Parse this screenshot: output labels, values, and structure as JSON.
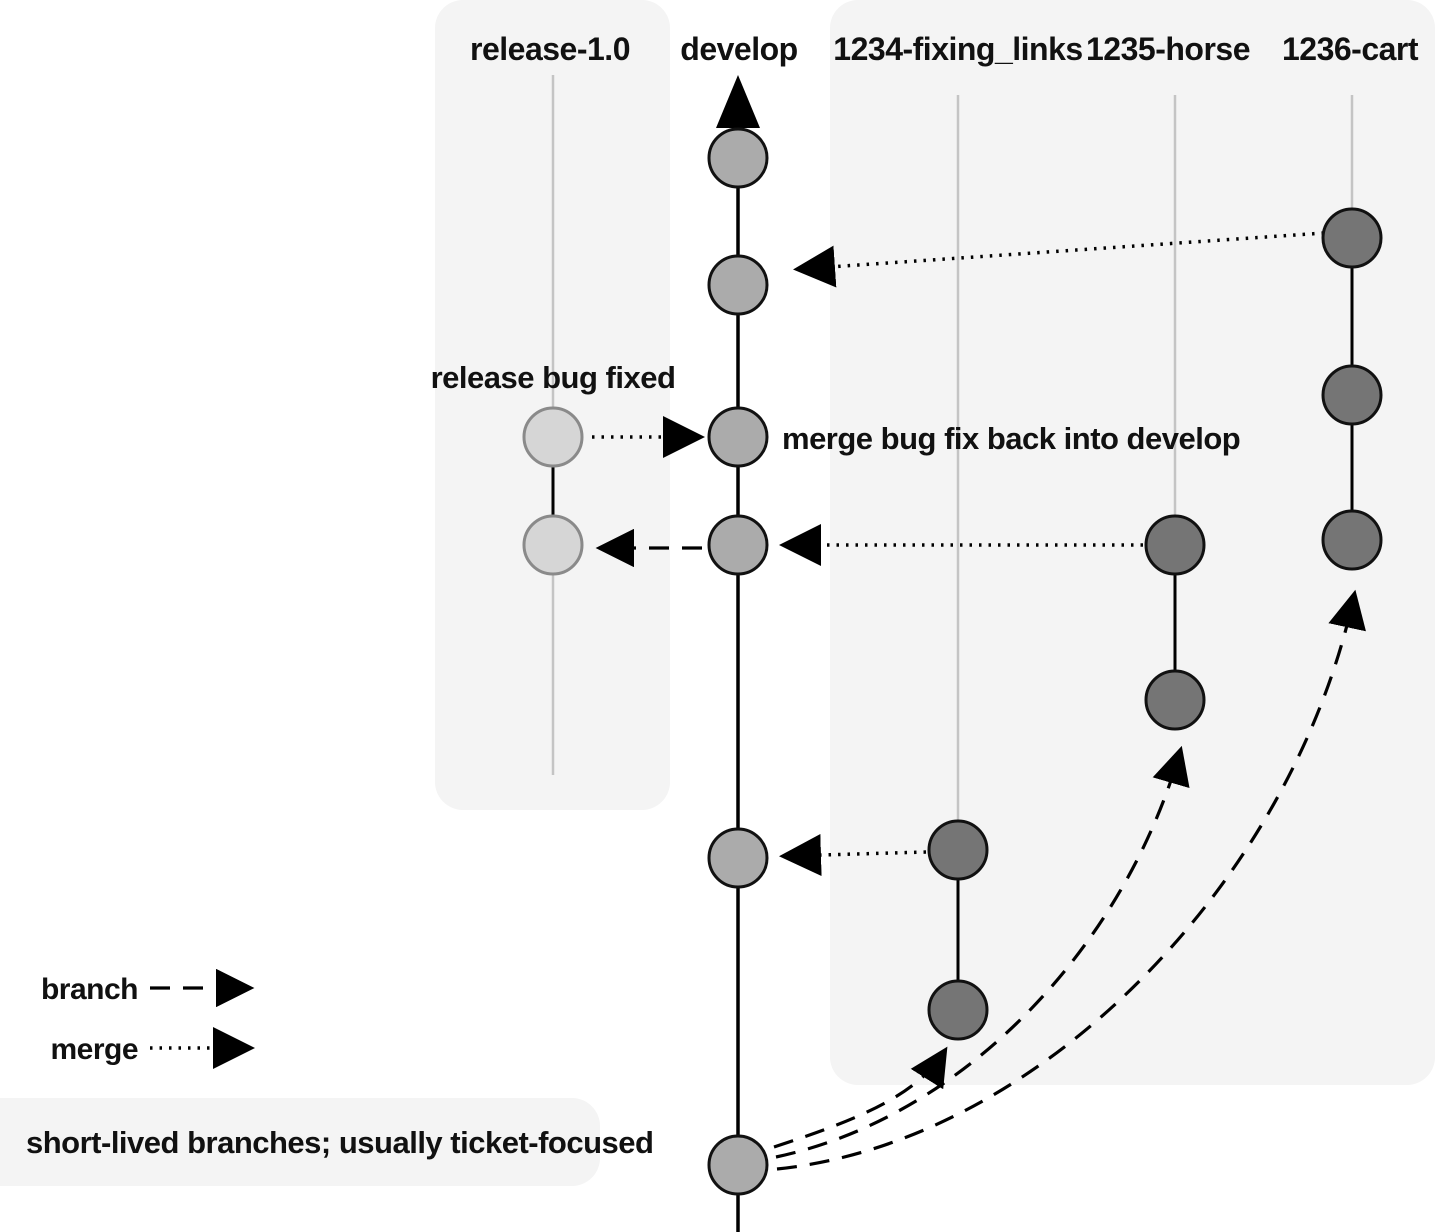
{
  "diagram": {
    "branch_labels": {
      "release": "release-1.0",
      "develop": "develop",
      "fixing_links": "1234-fixing_links",
      "horse": "1235-horse",
      "cart": "1236-cart"
    },
    "annotations": {
      "release_bug_fixed": "release bug fixed",
      "merge_bug_fix": "merge bug fix back into develop"
    },
    "legend": {
      "branch_label": "branch",
      "merge_label": "merge"
    },
    "caption": "short-lived branches; usually ticket-focused",
    "colors": {
      "panel": "#f4f4f4",
      "develop_node": "#ababab",
      "release_node": "#d6d6d6",
      "feature_node": "#757575",
      "faint_line": "#c4c4c4",
      "main_line": "#000000"
    }
  }
}
